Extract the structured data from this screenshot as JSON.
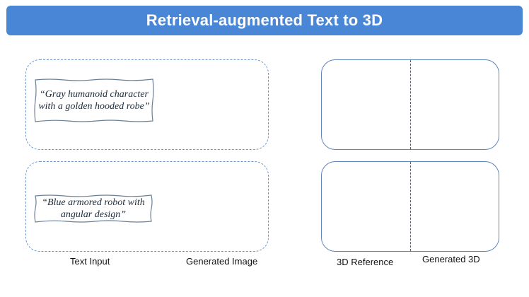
{
  "title": "Retrieval-augmented Text to 3D",
  "prompts": [
    "“Gray humanoid character with a golden hooded robe”",
    "“Blue armored robot with angular design”"
  ],
  "labels": {
    "text_input": "Text Input",
    "generated_image": "Generated Image",
    "reference_3d": "3D Reference",
    "generated_3d": "Generated 3D"
  },
  "colors": {
    "title_bar": "#4a86d6",
    "title_text": "#ffffff",
    "dashed_border": "#6f97cf",
    "solid_border": "#5e86b8"
  }
}
